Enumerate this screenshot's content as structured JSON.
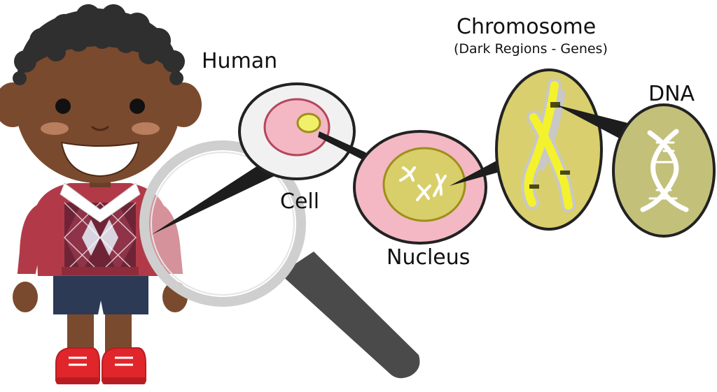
{
  "labels": {
    "human": "Human",
    "cell": "Cell",
    "nucleus": "Nucleus",
    "chromosome": "Chromosome",
    "chromosome_note": "(Dark Regions - Genes)",
    "dna": "DNA"
  },
  "colors": {
    "skin": "#7a4a2e",
    "hair": "#2f2f2f",
    "sweater": "#b23a48",
    "argyle_dark": "#6e2436",
    "argyle_light": "#d9d5e0",
    "shorts": "#2c3a55",
    "shoes": "#e0262b",
    "magnifier_rim": "#cfcfcf",
    "magnifier_handle": "#4a4a4a",
    "cell_fill": "#f3b8c4",
    "cell_border": "#b5465c",
    "nucleus_fill": "#d8cf6a",
    "chromosome_bubble": "#d9cf6e",
    "chromosome_arm": "#f4f22c",
    "dna_bubble": "#c3c07a",
    "outline": "#222222"
  }
}
